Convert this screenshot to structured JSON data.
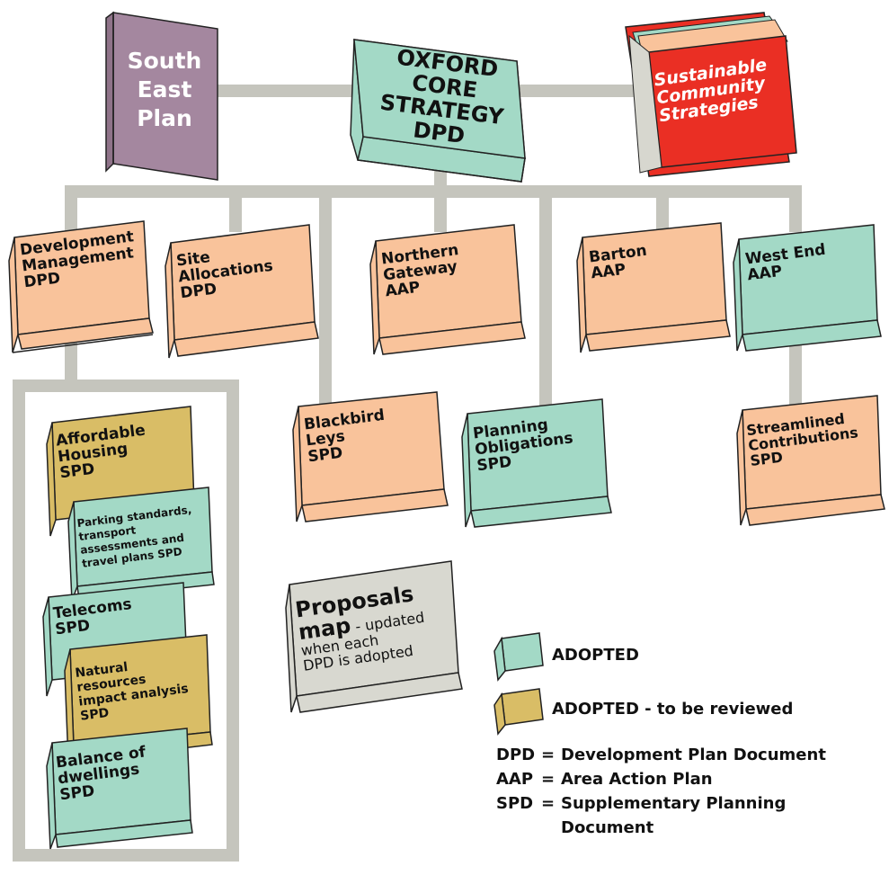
{
  "colors": {
    "connector": "#c5c5bd",
    "adopted": "#a3d9c6",
    "adopted_review": "#d9bd66",
    "proposed": "#f9c39b",
    "regional": "#a4879f",
    "community": "#ea2f24",
    "map": "#d8d8d0"
  },
  "top": {
    "south_east": [
      "South",
      "East",
      "Plan"
    ],
    "core": [
      "OXFORD",
      "CORE",
      "STRATEGY",
      "DPD"
    ],
    "community": [
      "Sustainable",
      "Community",
      "Strategies"
    ]
  },
  "docs": {
    "development_management": [
      "Development",
      "Management",
      "DPD"
    ],
    "site_allocations": [
      "Site",
      "Allocations",
      "DPD"
    ],
    "northern_gateway": [
      "Northern",
      "Gateway",
      "AAP"
    ],
    "barton": [
      "Barton",
      "AAP"
    ],
    "west_end": [
      "West End",
      "AAP"
    ],
    "blackbird_leys": [
      "Blackbird",
      "Leys",
      "SPD"
    ],
    "planning_obligations": [
      "Planning",
      "Obligations",
      "SPD"
    ],
    "streamlined_contributions": [
      "Streamlined",
      "Contributions",
      "SPD"
    ],
    "affordable_housing": [
      "Affordable",
      "Housing",
      "SPD"
    ],
    "parking_standards": [
      "Parking standards,",
      "transport",
      "assessments and",
      "travel plans SPD"
    ],
    "telecoms": [
      "Telecoms",
      "SPD"
    ],
    "natural_resources": [
      "Natural",
      "resources",
      "impact analysis",
      "SPD"
    ],
    "balance_dwellings": [
      "Balance of",
      "dwellings",
      "SPD"
    ]
  },
  "proposals_map": {
    "title": "Proposals",
    "title2": "map",
    "rest1": " - updated",
    "rest2": "when each",
    "rest3": "DPD is adopted"
  },
  "legend": {
    "adopted": "ADOPTED",
    "adopted_review": "ADOPTED - to be reviewed",
    "abbreviations": [
      {
        "abbr": "DPD",
        "eq": "=",
        "meaning": "Development Plan Document"
      },
      {
        "abbr": "AAP",
        "eq": "=",
        "meaning": "Area Action Plan"
      },
      {
        "abbr": "SPD",
        "eq": "=",
        "meaning": "Supplementary Planning"
      },
      {
        "abbr": "",
        "eq": "",
        "meaning": "Document"
      }
    ]
  }
}
